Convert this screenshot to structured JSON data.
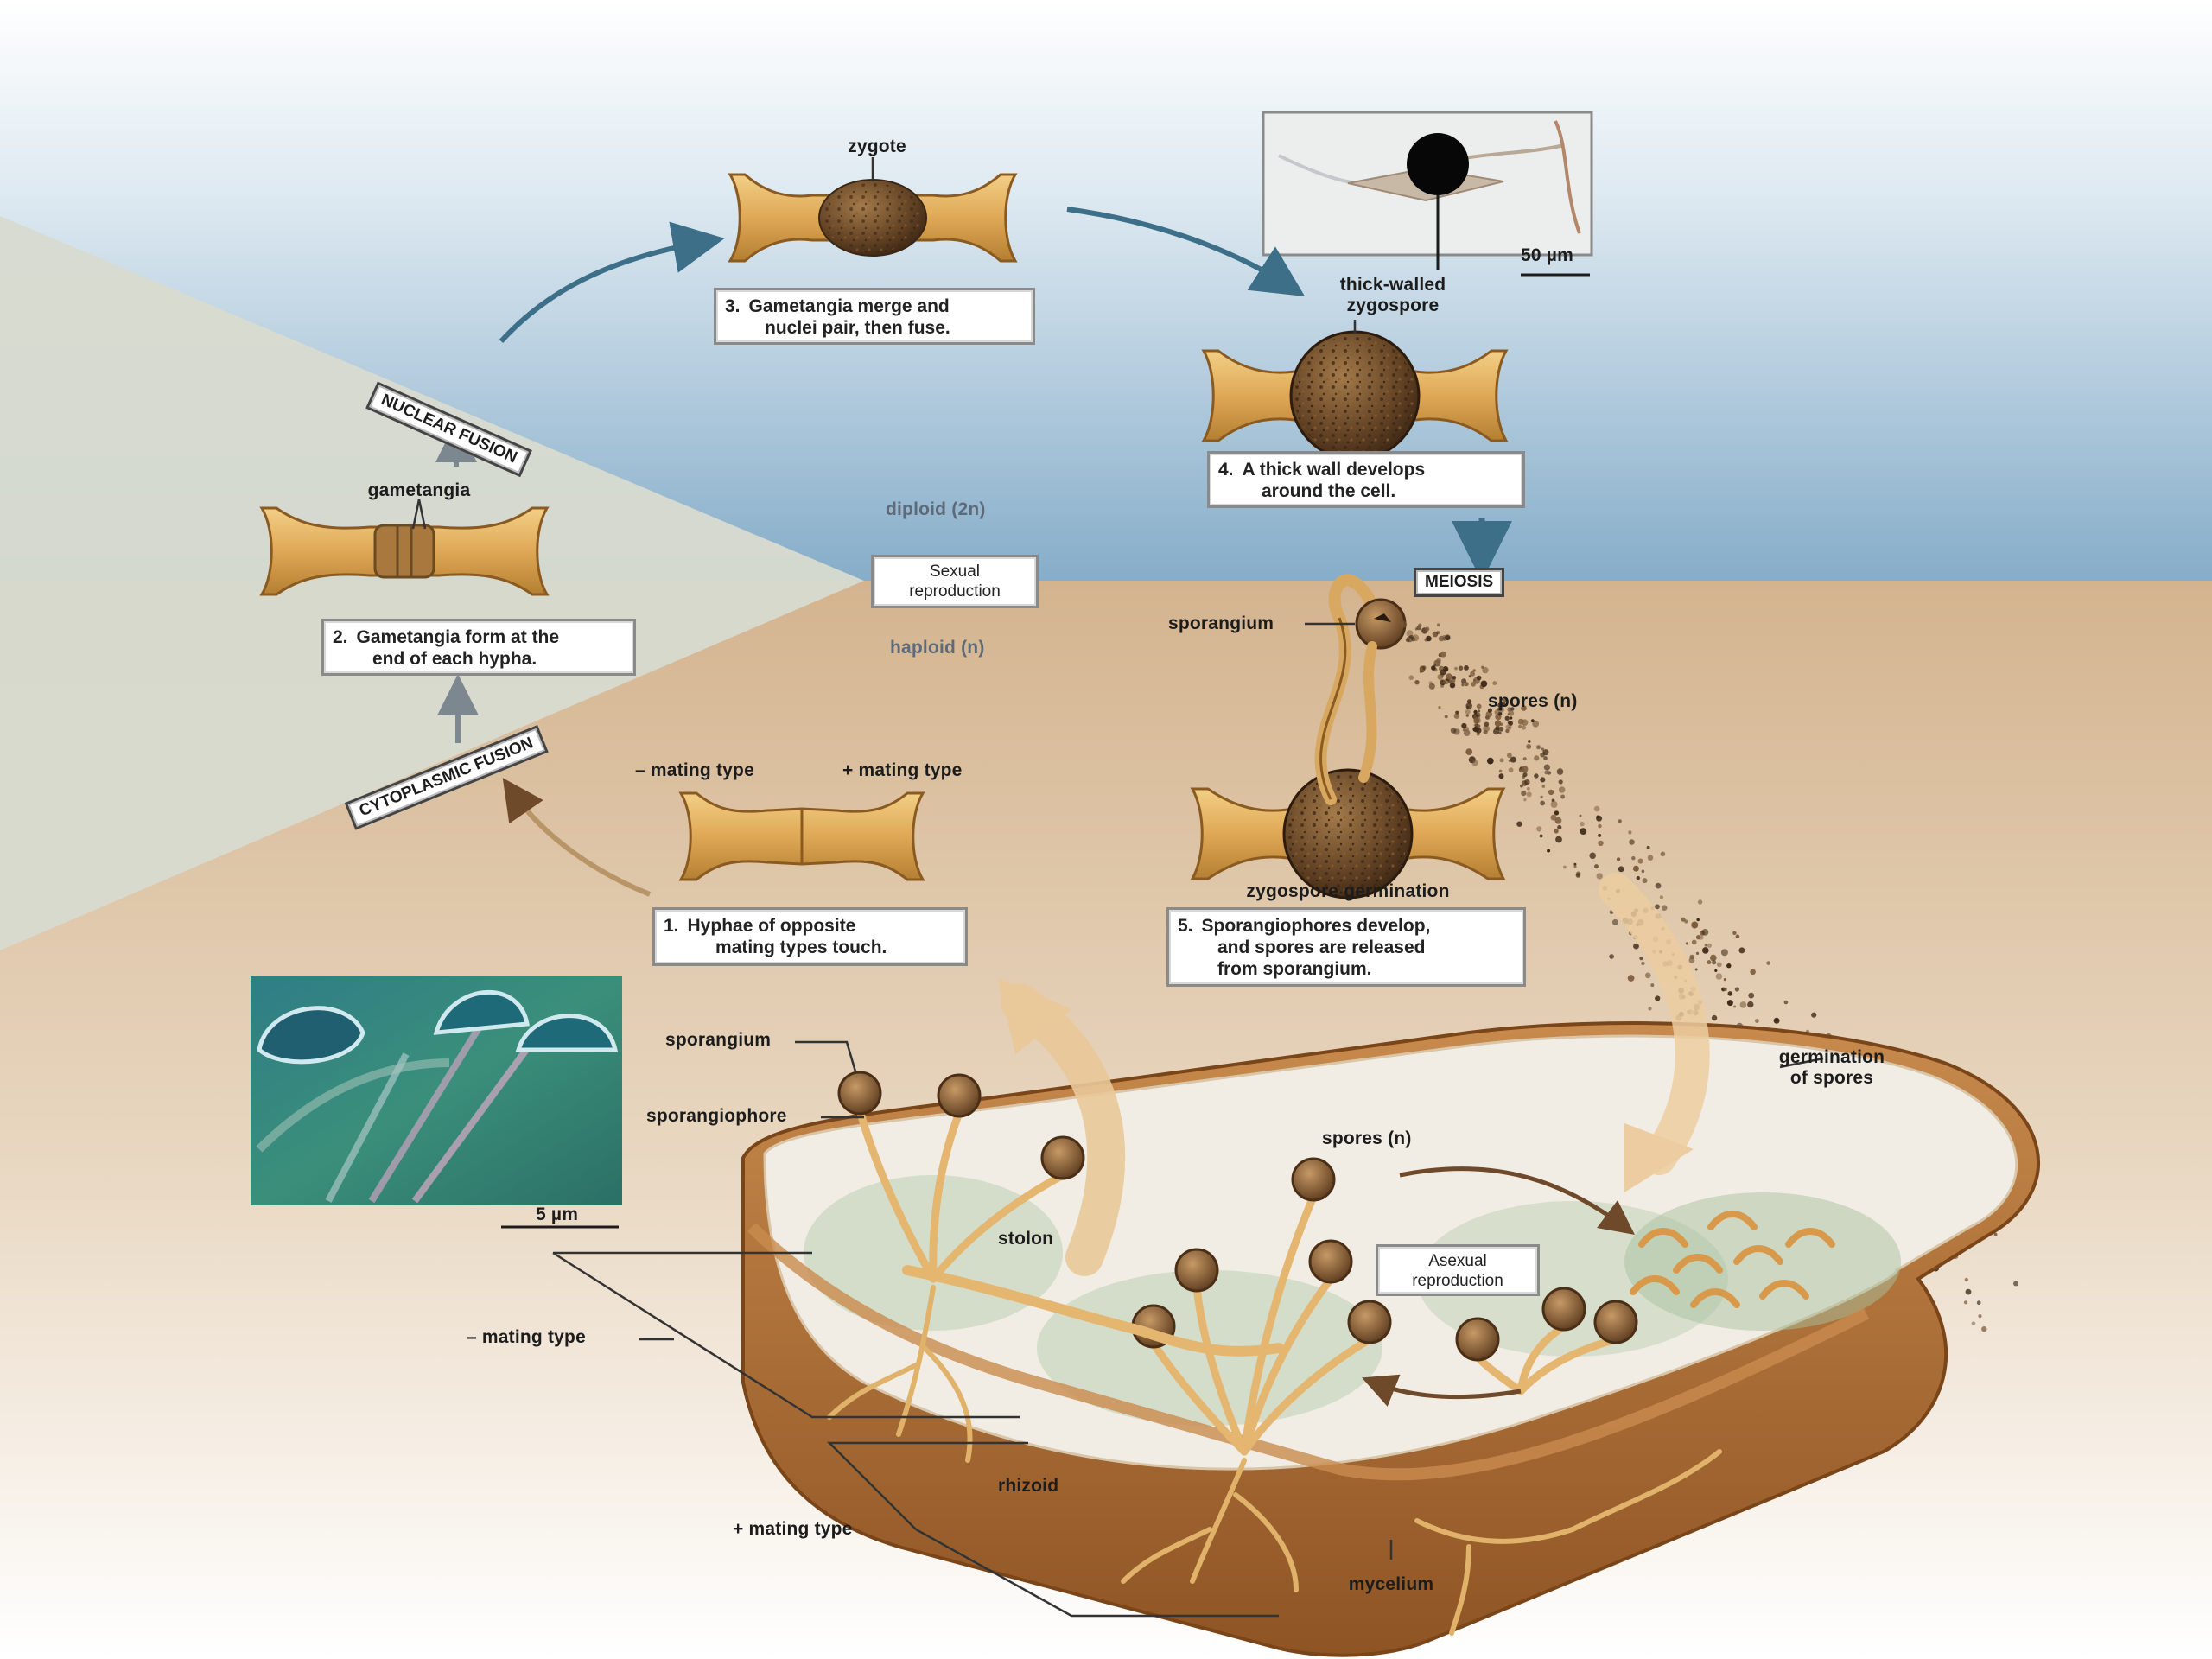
{
  "labels": {
    "zygote": "zygote",
    "gametangia": "gametangia",
    "thick_walled_zygospore_l1": "thick-walled",
    "thick_walled_zygospore_l2": "zygospore",
    "scale_50um": "50 µm",
    "diploid": "diploid (2n)",
    "haploid": "haploid (n)",
    "sporangium_top": "sporangium",
    "spores_top": "spores (n)",
    "minus_mating_type_top": "– mating type",
    "plus_mating_type_top": "+ mating type",
    "zygospore_germination": "zygospore germination",
    "germination_l1": "germination",
    "germination_l2": "of spores",
    "sporangium_photo": "sporangium",
    "sporangiophore": "sporangiophore",
    "scale_5um": "5 µm",
    "spores_bread": "spores (n)",
    "stolon": "stolon",
    "minus_mating_type_bottom": "– mating type",
    "rhizoid": "rhizoid",
    "plus_mating_type_bottom": "+ mating type",
    "mycelium": "mycelium"
  },
  "steps": {
    "s1": {
      "num": "1.",
      "l1": "Hyphae of opposite",
      "l2": "mating types touch."
    },
    "s2": {
      "num": "2.",
      "l1": "Gametangia form at the",
      "l2": "end of each hypha."
    },
    "s3": {
      "num": "3.",
      "l1": "Gametangia merge and",
      "l2": "nuclei pair, then fuse."
    },
    "s4": {
      "num": "4.",
      "l1": "A thick wall develops",
      "l2": "around the cell."
    },
    "s5": {
      "num": "5.",
      "l1": "Sporangiophores develop,",
      "l2": "and spores are released",
      "l3": "from sporangium."
    }
  },
  "tags": {
    "nuclear_fusion": "NUCLEAR FUSION",
    "cytoplasmic_fusion": "CYTOPLASMIC FUSION",
    "meiosis": "MEIOSIS"
  },
  "boxes": {
    "sexual_l1": "Sexual",
    "sexual_l2": "reproduction",
    "asexual_l1": "Asexual",
    "asexual_l2": "reproduction"
  },
  "colors": {
    "sky_top": "#ffffff",
    "sky_bottom": "#8fb4cf",
    "sand": "#d9bd9d",
    "wedge": "#d8dcd0",
    "gamete": "#e0b060",
    "zygospore": "#6b4a2a",
    "arrow_blue": "#3d6f88",
    "arrow_tan": "#e7c59a",
    "crust": "#b8743a"
  }
}
